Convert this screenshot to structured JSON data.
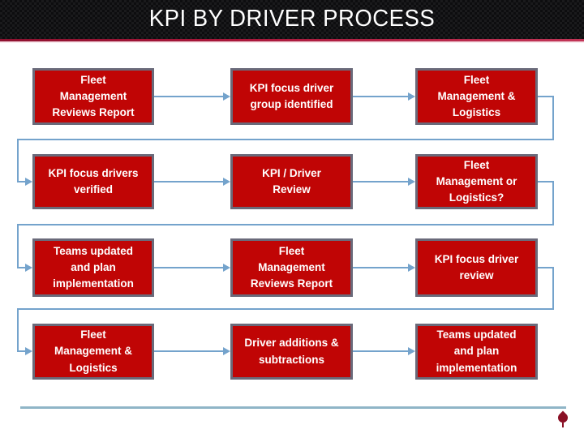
{
  "slide": {
    "title": "KPI BY DRIVER PROCESS"
  },
  "flow": {
    "rows": [
      {
        "boxes": [
          {
            "label": "Fleet\nManagement\nReviews Report"
          },
          {
            "label": "KPI focus driver\ngroup identified"
          },
          {
            "label": "Fleet\nManagement &\nLogistics"
          }
        ]
      },
      {
        "boxes": [
          {
            "label": "KPI focus drivers\nverified"
          },
          {
            "label": "KPI / Driver\nReview"
          },
          {
            "label": "Fleet\nManagement or\nLogistics?"
          }
        ]
      },
      {
        "boxes": [
          {
            "label": "Teams updated\nand plan\nimplementation"
          },
          {
            "label": "Fleet\nManagement\nReviews Report"
          },
          {
            "label": "KPI focus driver\nreview"
          }
        ]
      },
      {
        "boxes": [
          {
            "label": "Fleet\nManagement &\nLogistics"
          },
          {
            "label": "Driver additions &\nsubtractions"
          },
          {
            "label": "Teams updated\nand plan\nimplementation"
          }
        ]
      }
    ]
  },
  "footer": {
    "icon": "leaf-icon"
  },
  "colors": {
    "header_bg": "#0d0d0f",
    "title_text": "#ffffff",
    "accent_red": "#a8173a",
    "box_fill": "#c00505",
    "box_border": "#6a6a7a",
    "box_text": "#ffffff",
    "connector": "#74a3cc",
    "footer_line": "#8fb5c7",
    "icon_color": "#8a1025"
  }
}
